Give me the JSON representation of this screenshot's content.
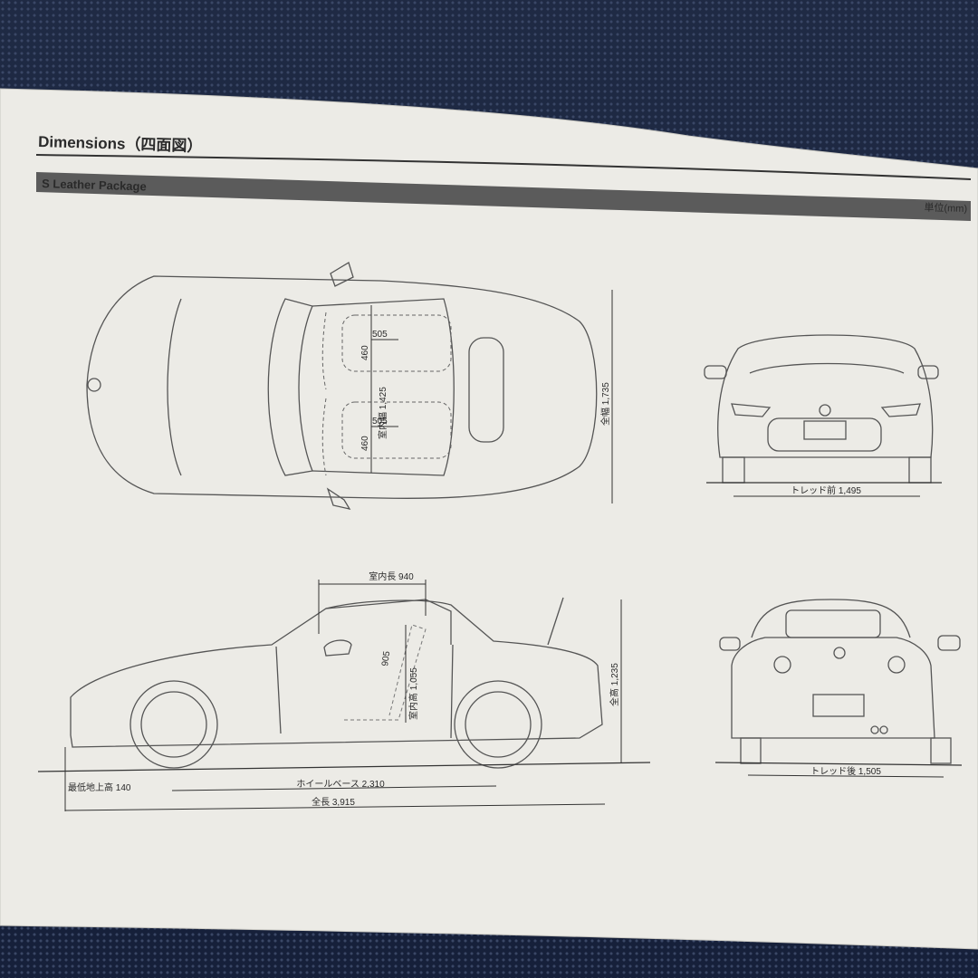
{
  "header": {
    "title": "Dimensions（四面図）",
    "package": "S Leather Package",
    "unit": "単位(mm)"
  },
  "labels": {
    "seat_width_1": "505",
    "seat_width_2": "505",
    "seat_depth_1": "460",
    "seat_depth_2": "460",
    "interior_width": "室内幅 1,425",
    "overall_width": "全幅 1,735",
    "tread_front": "トレッド前 1,495",
    "interior_length": "室内長 940",
    "headroom_905": "905",
    "interior_height": "室内高 1,055",
    "overall_height": "全高 1,235",
    "ground_clearance": "最低地上高 140",
    "wheelbase": "ホイールベース 2,310",
    "overall_length": "全長 3,915",
    "tread_rear": "トレッド後 1,505"
  }
}
